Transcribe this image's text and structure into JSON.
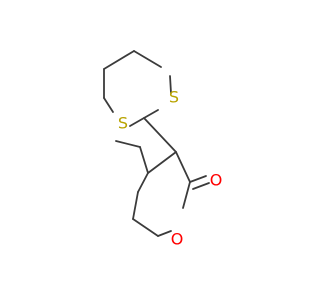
{
  "molecule": {
    "colors": {
      "bond": "#3b3b3b",
      "sulfur": "#b8a300",
      "oxygen": "#ff0000",
      "background": "#ffffff"
    },
    "atoms": {
      "sulfur_left": "S",
      "sulfur_right": "S",
      "ring_oxygen": "O",
      "carbonyl_oxygen": "O"
    }
  }
}
